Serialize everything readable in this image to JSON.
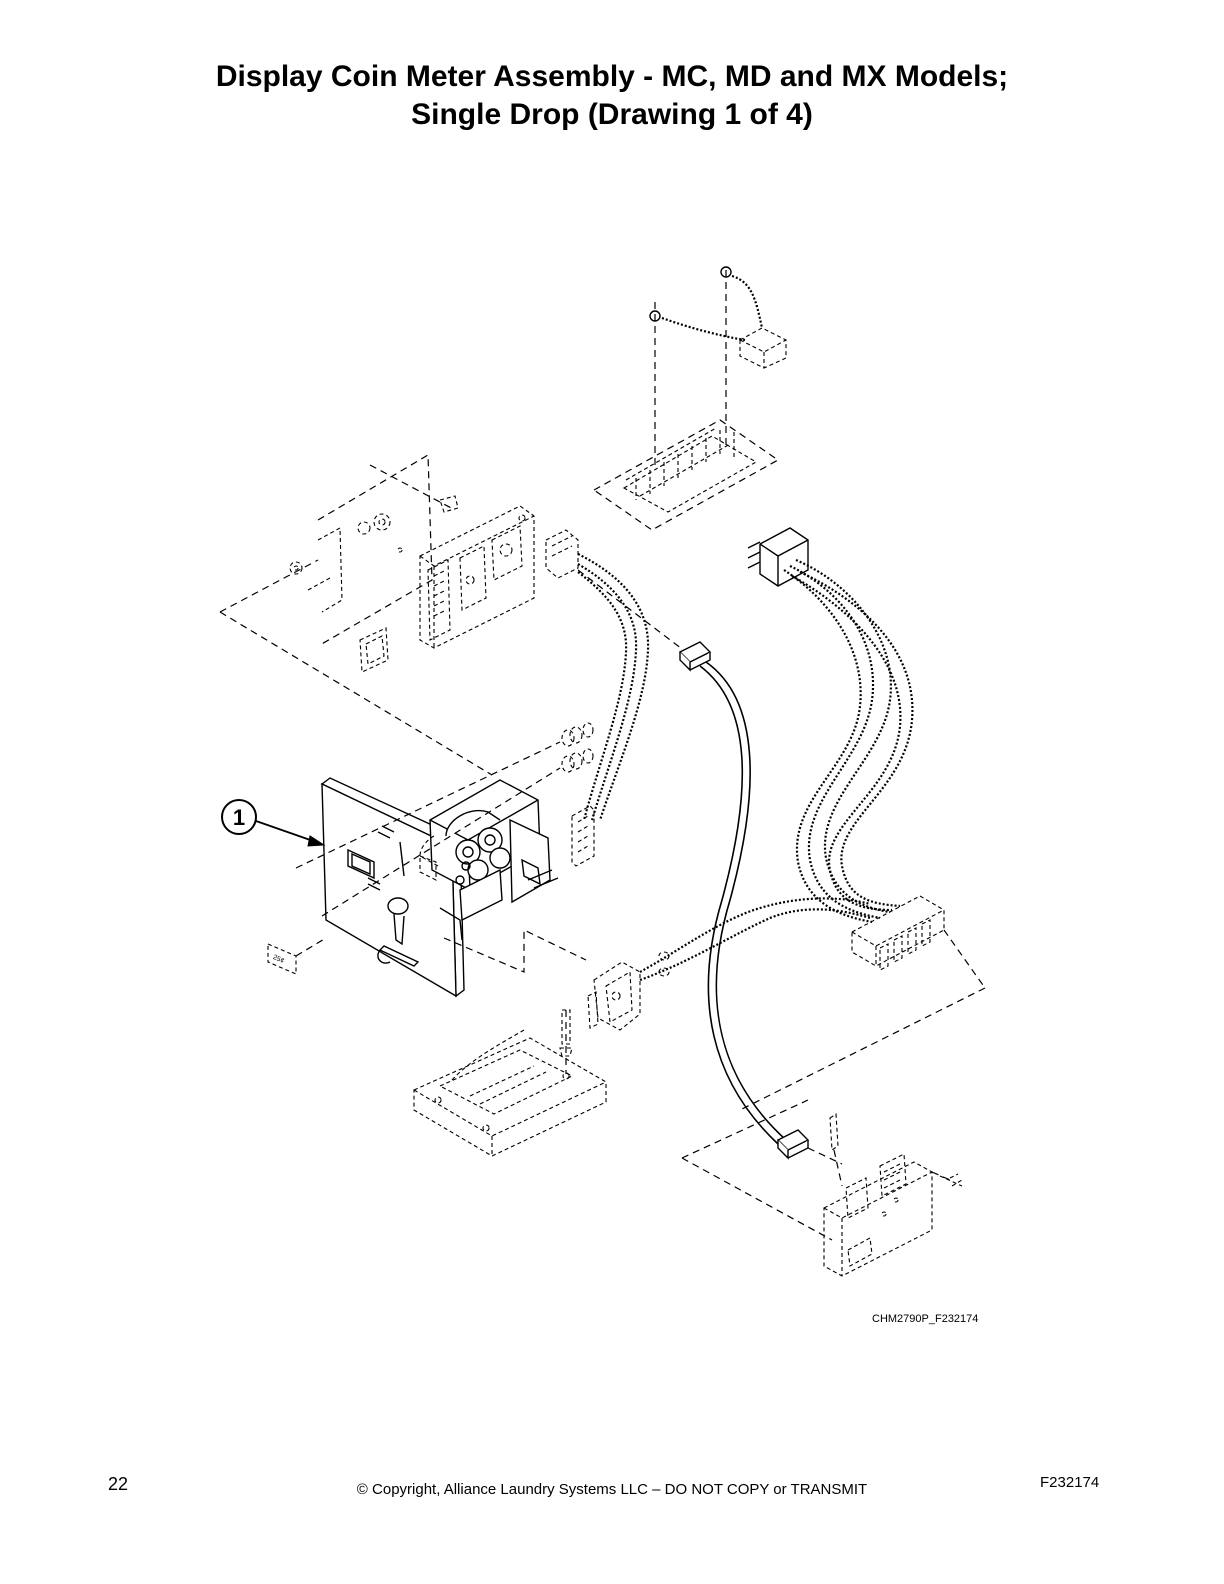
{
  "page": {
    "title_line1": "Display Coin Meter Assembly - MC, MD and MX Models;",
    "title_line2": "Single Drop (Drawing 1 of 4)",
    "drawing_id": "CHM2790P_F232174",
    "page_number": "22",
    "copyright": "© Copyright, Alliance Laundry Systems LLC – DO NOT COPY or TRANSMIT",
    "document_number": "F232174"
  },
  "diagram": {
    "callouts": [
      {
        "number": "1",
        "target": "display-coin-meter-faceplate"
      }
    ],
    "labels": {
      "coin_decal": "25¢"
    }
  }
}
